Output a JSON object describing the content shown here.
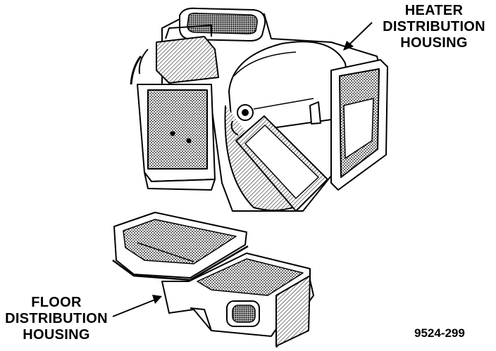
{
  "labels": {
    "heater": [
      "HEATER",
      "DISTRIBUTION",
      "HOUSING"
    ],
    "floor": [
      "FLOOR",
      "DISTRIBUTION",
      "HOUSING"
    ],
    "figure_number": "9524-299"
  },
  "colors": {
    "ink": "#000000",
    "paper": "#ffffff",
    "shade": "#9a9a9a"
  }
}
